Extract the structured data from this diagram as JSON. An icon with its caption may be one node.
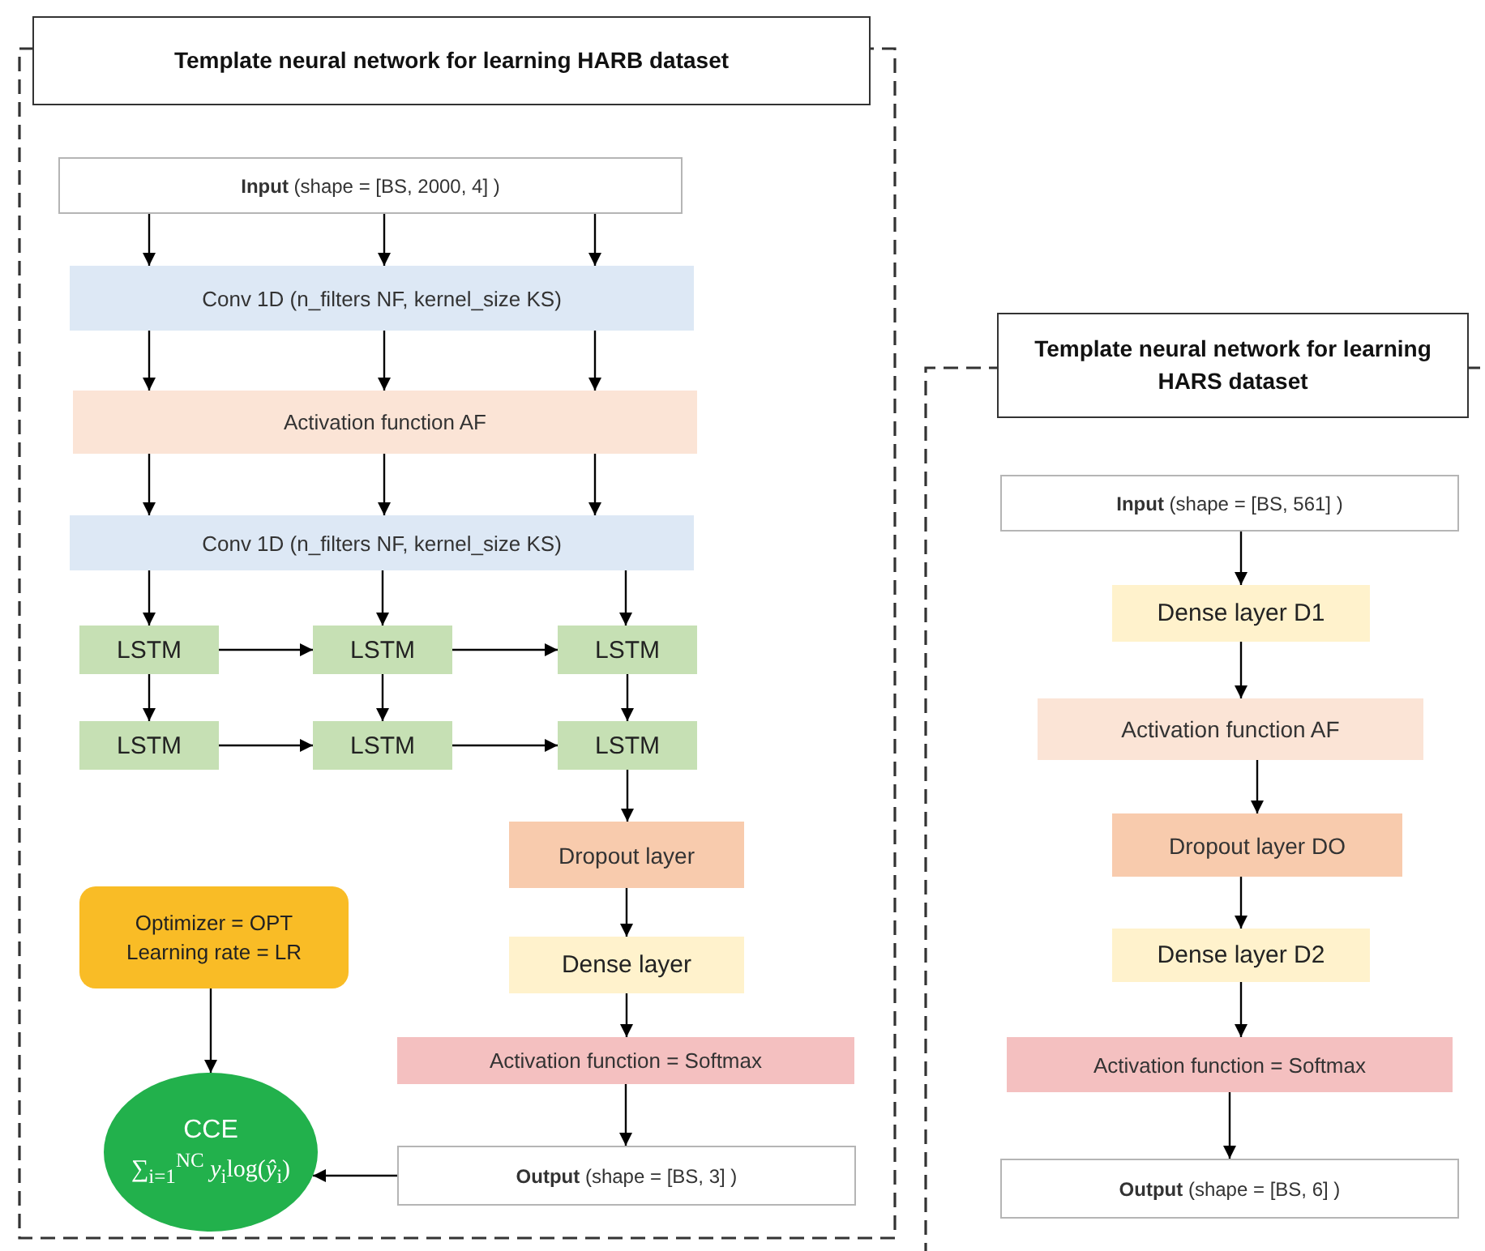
{
  "diagram": {
    "nodes": [
      {
        "text": [
          "Template neural network for learning HARB dataset"
        ]
      },
      {
        "text": [
          "**Input** (shape = [BS, 2000, 4] )"
        ],
        "in": 0
      },
      {
        "text": [
          "Conv 1D (n_filters NF, kernel_size KS)"
        ],
        "in": 0
      },
      {
        "text": [
          "Activation function AF"
        ],
        "in": 0
      },
      {
        "text": [
          "Conv 1D (n_filters NF, kernel_size KS)"
        ],
        "in": 0
      },
      {
        "text": [
          "LSTM"
        ],
        "in": 0
      },
      {
        "text": [
          "LSTM"
        ],
        "in": 0
      },
      {
        "text": [
          "LSTM"
        ],
        "in": 0
      },
      {
        "text": [
          "LSTM"
        ],
        "in": 0
      },
      {
        "text": [
          "LSTM"
        ],
        "in": 0
      },
      {
        "text": [
          "LSTM"
        ],
        "in": 0
      },
      {
        "text": [
          "Dropout layer"
        ],
        "in": 0
      },
      {
        "text": [
          "Optimizer = OPT",
          "Learning rate = LR"
        ],
        "in": 0
      },
      {
        "text": [
          "Dense layer"
        ],
        "in": 0
      },
      {
        "text": [
          "Activation function = Softmax"
        ],
        "in": 0
      },
      {
        "text": [
          "CCE",
          "∑$_{i=1}$$^{NC}$ *y*$_{i}$log(*ŷ*$_{i}$)"
        ],
        "in": 0
      },
      {
        "text": [
          "**Output** (shape = [BS, 3] )"
        ],
        "in": 0
      },
      {
        "text": [
          "Template neural network for learning HARS dataset"
        ]
      },
      {
        "text": [
          "**Input** (shape = [BS, 561] )"
        ],
        "in": 17
      },
      {
        "text": [
          "Dense layer D1"
        ],
        "in": 17
      },
      {
        "text": [
          "Activation function AF"
        ],
        "in": 17
      },
      {
        "text": [
          "Dropout layer DO"
        ],
        "in": 17
      },
      {
        "text": [
          "Dense layer D2"
        ],
        "in": 17
      },
      {
        "text": [
          "Activation function = Softmax"
        ],
        "in": 17
      },
      {
        "text": [
          "**Output** (shape = [BS, 6] )"
        ],
        "in": 17
      }
    ],
    "edges": [
      {
        "from": 1,
        "to": 2,
        "arrow": "to"
      },
      {
        "from": 1,
        "to": 2,
        "arrow": "to"
      },
      {
        "from": 1,
        "to": 2,
        "arrow": "to"
      },
      {
        "from": 2,
        "to": 3,
        "arrow": "to"
      },
      {
        "from": 2,
        "to": 3,
        "arrow": "to"
      },
      {
        "from": 2,
        "to": 3,
        "arrow": "to"
      },
      {
        "from": 3,
        "to": 4,
        "arrow": "to"
      },
      {
        "from": 3,
        "to": 4,
        "arrow": "to"
      },
      {
        "from": 3,
        "to": 4,
        "arrow": "to"
      },
      {
        "from": 4,
        "to": 5,
        "arrow": "to"
      },
      {
        "from": 4,
        "to": 6,
        "arrow": "to"
      },
      {
        "from": 4,
        "to": 7,
        "arrow": "to"
      },
      {
        "from": 5,
        "to": 6,
        "arrow": "to"
      },
      {
        "from": 6,
        "to": 7,
        "arrow": "to"
      },
      {
        "from": 5,
        "to": 8,
        "arrow": "to"
      },
      {
        "from": 6,
        "to": 9,
        "arrow": "to"
      },
      {
        "from": 7,
        "to": 10,
        "arrow": "to"
      },
      {
        "from": 8,
        "to": 9,
        "arrow": "to"
      },
      {
        "from": 9,
        "to": 10,
        "arrow": "to"
      },
      {
        "from": 10,
        "to": 11,
        "arrow": "to"
      },
      {
        "from": 11,
        "to": 13,
        "arrow": "to"
      },
      {
        "from": 13,
        "to": 14,
        "arrow": "to"
      },
      {
        "from": 14,
        "to": 16,
        "arrow": "to"
      },
      {
        "from": 12,
        "to": 15,
        "arrow": "to"
      },
      {
        "from": 16,
        "to": 15,
        "arrow": "to"
      },
      {
        "from": 18,
        "to": 19,
        "arrow": "to"
      },
      {
        "from": 19,
        "to": 20,
        "arrow": "to"
      },
      {
        "from": 20,
        "to": 21,
        "arrow": "to"
      },
      {
        "from": 21,
        "to": 22,
        "arrow": "to"
      },
      {
        "from": 22,
        "to": 23,
        "arrow": "to"
      },
      {
        "from": 23,
        "to": 24,
        "arrow": "to"
      }
    ]
  }
}
